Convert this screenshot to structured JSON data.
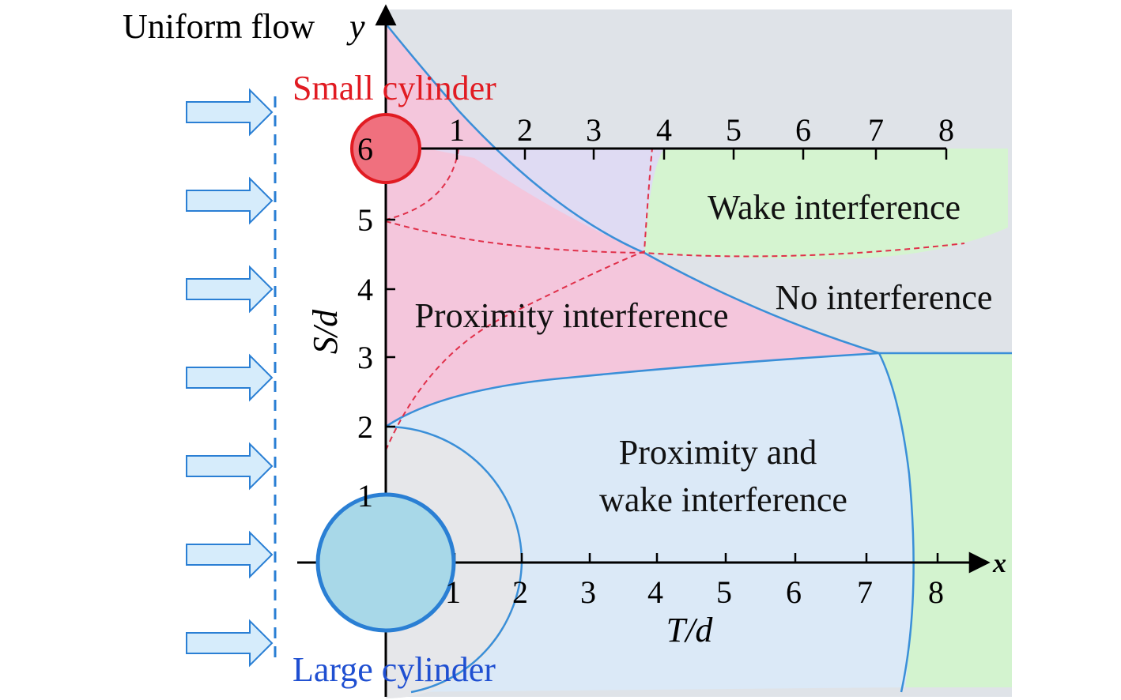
{
  "flow": {
    "title": "Uniform flow",
    "arrow_count": 7,
    "arrow_color": "#2a7fd4"
  },
  "axes": {
    "x_symbol": "x",
    "y_symbol": "y",
    "x_title": "T/d",
    "y_title": "S/d",
    "bottom_ticks": [
      "1",
      "2",
      "3",
      "4",
      "5",
      "6",
      "7",
      "8"
    ],
    "top_ticks": [
      "1",
      "2",
      "3",
      "4",
      "5",
      "6",
      "7",
      "8"
    ],
    "left_ticks": [
      "1",
      "2",
      "3",
      "4",
      "5",
      "6"
    ]
  },
  "cylinders": {
    "small": {
      "label": "Small cylinder",
      "color": "#e11b22"
    },
    "large": {
      "label": "Large cylinder",
      "color": "#1f4fd1"
    }
  },
  "regions": {
    "wake": "Wake interference",
    "none": "No interference",
    "proximity": "Proximity interference",
    "both_line1": "Proximity and",
    "both_line2": "wake interference"
  },
  "colors": {
    "no_interference": "#dfe3e8",
    "proximity": "#f4c6dc",
    "wake": "#d3f3cf",
    "both": "#dbe9f7",
    "boundary": "#3a8fd8",
    "dashed": "#e0304a"
  }
}
